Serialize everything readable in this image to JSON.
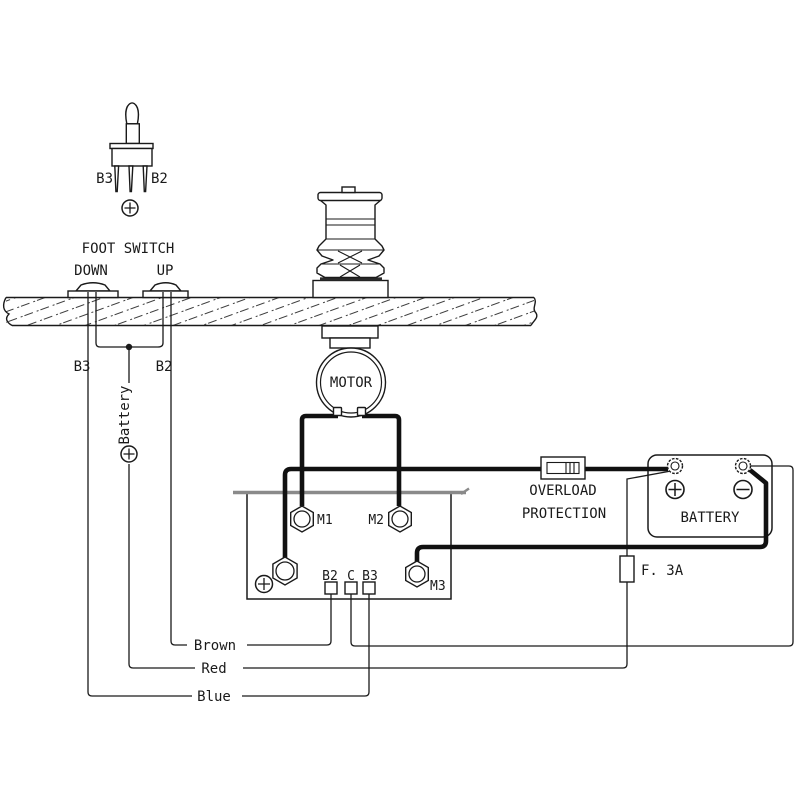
{
  "diagram": {
    "toggle_switch": {
      "pin_left": "B3",
      "pin_right": "B2"
    },
    "foot_switches": {
      "title": "FOOT SWITCH",
      "down_label": "DOWN",
      "up_label": "UP",
      "down_wire_label": "B3",
      "up_wire_label": "B2",
      "feed_label": "Battery"
    },
    "motor": {
      "label": "MOTOR"
    },
    "solenoid": {
      "m1_label": "M1",
      "m2_label": "M2",
      "m3_label": "M3",
      "b2_label": "B2",
      "c_label": "C",
      "b3_label": "B3"
    },
    "overload": {
      "line1": "OVERLOAD",
      "line2": "PROTECTION"
    },
    "battery": {
      "label": "BATTERY"
    },
    "fuse": {
      "label": "F. 3A"
    },
    "wire_labels": {
      "brown": "Brown",
      "red": "Red",
      "blue": "Blue"
    },
    "icons": {
      "plus_screw": "circle-plus",
      "minus_screw": "circle-minus",
      "junction": "dot"
    },
    "colors": {
      "line": "#1a1a1a",
      "flange": "#8a8a8a",
      "background": "#ffffff"
    }
  }
}
